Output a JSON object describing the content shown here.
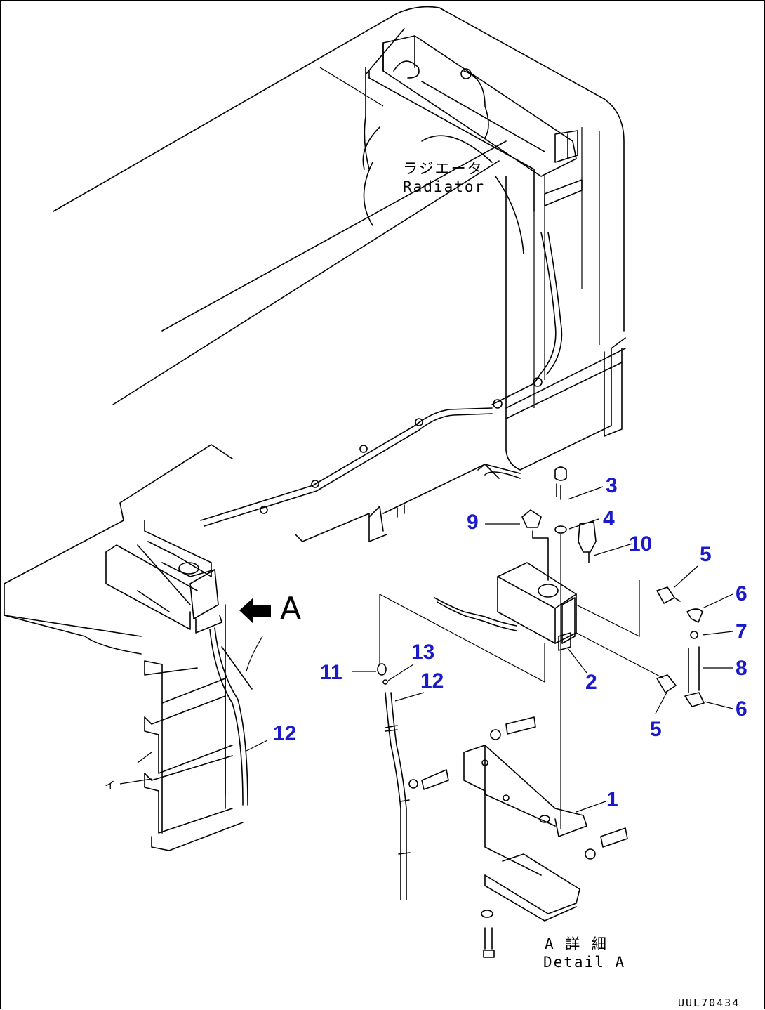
{
  "labels": {
    "radiator_jp": "ラジエータ",
    "radiator_en": "Radiator",
    "detail_jp": "A 詳 細",
    "detail_en": "Detail A",
    "view_letter": "A",
    "small_mark": "イ",
    "drawing_code": "UUL70434"
  },
  "callouts": [
    "1",
    "2",
    "3",
    "4",
    "5",
    "6",
    "7",
    "8",
    "9",
    "10",
    "11",
    "12",
    "13"
  ],
  "colors": {
    "callout": "#1a1ac8",
    "line": "#000000",
    "background": "#ffffff"
  }
}
